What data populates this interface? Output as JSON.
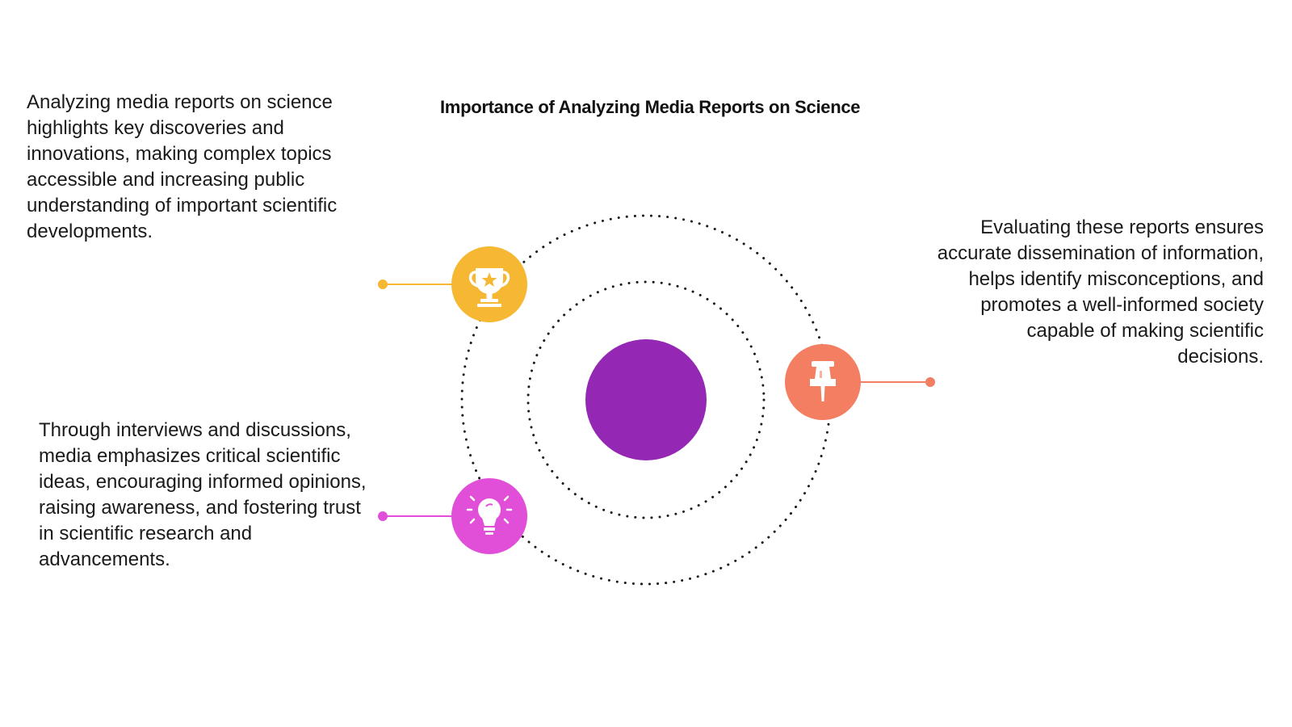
{
  "title": "Importance of Analyzing Media Reports on Science",
  "items": [
    {
      "id": "trophy",
      "icon": "trophy-icon",
      "color": "#F6B732",
      "text": "Analyzing media reports on science highlights key discoveries and innovations, making complex topics accessible and increasing public understanding of important scientific developments."
    },
    {
      "id": "pin",
      "icon": "pushpin-icon",
      "color": "#F47E62",
      "text": "Evaluating these reports ensures accurate dissemination of information, helps identify misconceptions, and promotes a well-informed society capable of making scientific decisions."
    },
    {
      "id": "bulb",
      "icon": "lightbulb-icon",
      "color": "#E14FD9",
      "text": "Through interviews and discussions, media emphasizes critical scientific ideas, encouraging informed opinions, raising awareness, and fostering trust in scientific research and advancements."
    }
  ],
  "center_color": "#9427B4",
  "orbit_color": "#1a1a1a"
}
